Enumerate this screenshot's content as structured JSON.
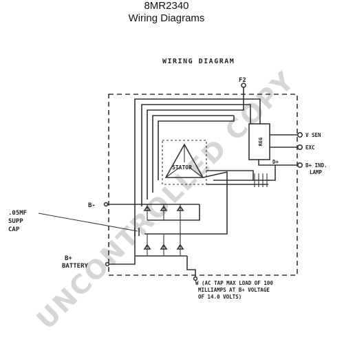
{
  "header": {
    "part_number": "8MR2340",
    "subtitle": "Wiring Diagrams"
  },
  "diagram": {
    "title": "WIRING DIAGRAM",
    "labels": {
      "f2": "F2",
      "v_sen": "V SEN",
      "exc": "EXC",
      "b_plus_ind_lamp_line1": "B+ IND.",
      "b_plus_ind_lamp_line2": "LAMP",
      "reg": "REG",
      "stator": "STATOR",
      "d_plus": "D+",
      "b_minus": "B-",
      "supp_cap_line1": ".05MF",
      "supp_cap_line2": "SUPP",
      "supp_cap_line3": "CAP",
      "b_plus_battery_line1": "B+",
      "b_plus_battery_line2": "BATTERY",
      "w_note_line1": "W (AC TAP MAX LOAD OF 100",
      "w_note_line2": "MILLIAMPS AT B+ VOLTAGE",
      "w_note_line3": "OF 14.0 VOLTS)"
    }
  },
  "watermark": {
    "text": "UNCONTROLLED COPY",
    "color": "#d6d6d6"
  }
}
